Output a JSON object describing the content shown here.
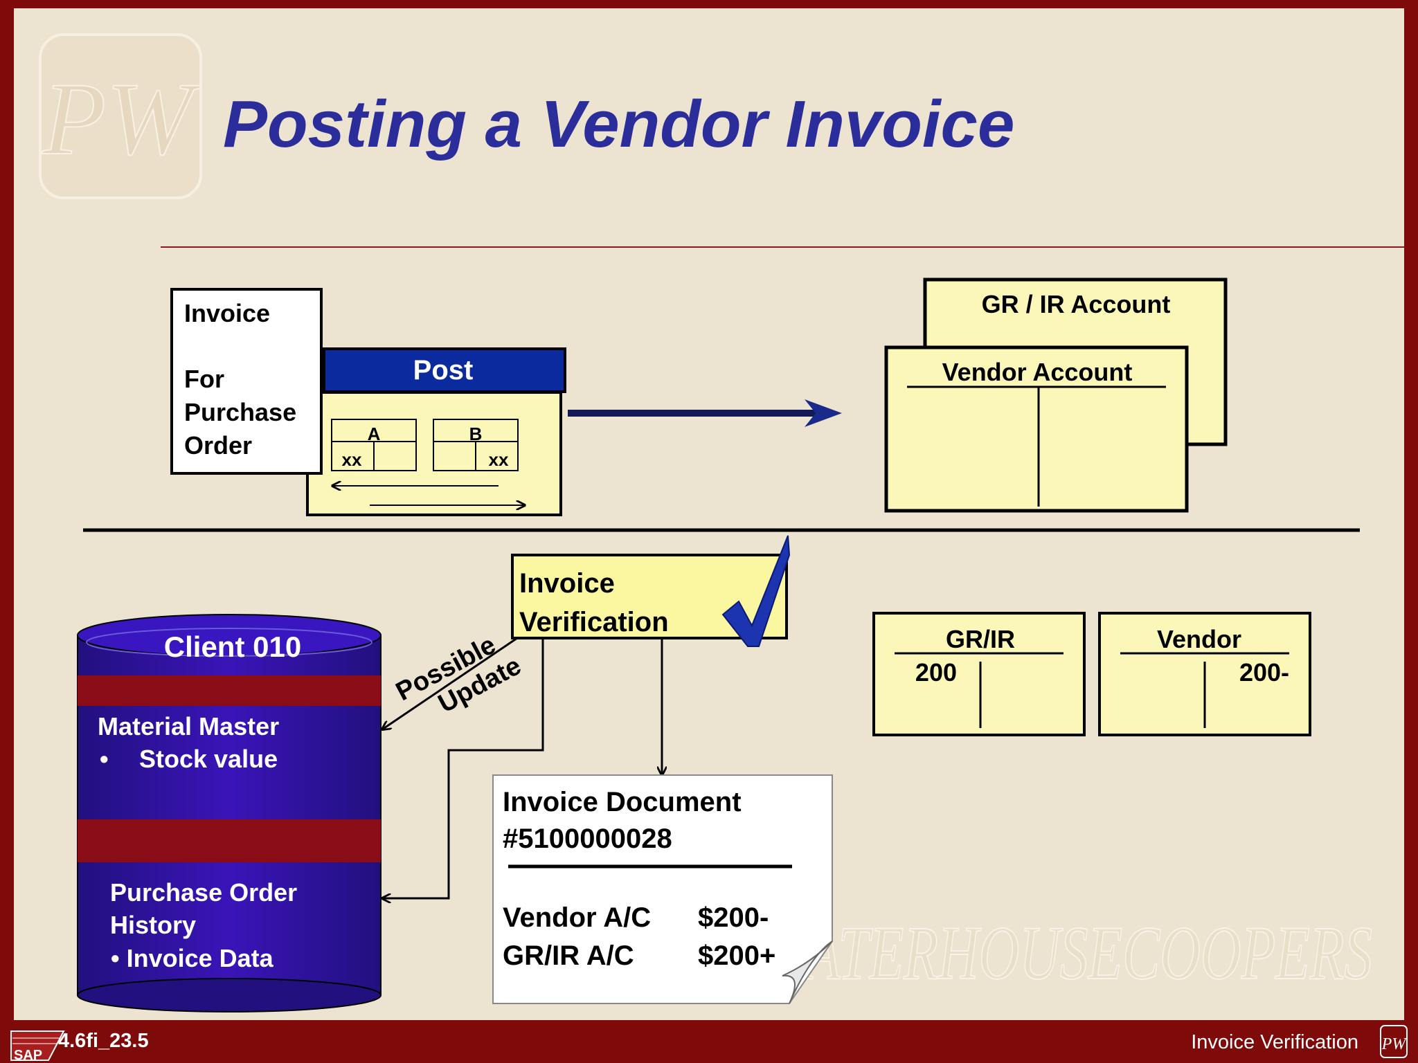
{
  "title": "Posting a Vendor Invoice",
  "invoice_card": {
    "line1": "Invoice",
    "line2": "For",
    "line3": "Purchase",
    "line4": "Order"
  },
  "post_panel": {
    "header": "Post",
    "col_a": "A",
    "col_b": "B",
    "value_a": "xx",
    "value_b": "xx"
  },
  "accounts_top": {
    "back_title": "GR / IR Account",
    "front_title": "Vendor Account"
  },
  "database": {
    "title": "Client 010",
    "section1_title": "Material Master",
    "section1_bullet": "•",
    "section1_item": "Stock value",
    "section2_line1": "Purchase Order",
    "section2_line2": "History",
    "section2_item": "• Invoice Data"
  },
  "possible_update": {
    "line1": "Possible",
    "line2": "Update"
  },
  "verification": {
    "line1": "Invoice",
    "line2": "Verification"
  },
  "document": {
    "line1": "Invoice Document",
    "line2": "#5100000028",
    "row1_label": "Vendor A/C",
    "row1_value": "$200-",
    "row2_label": "GR/IR A/C",
    "row2_value": "$200+"
  },
  "t_accounts": {
    "grir_title": "GR/IR",
    "grir_debit": "200",
    "vendor_title": "Vendor",
    "vendor_credit": "200-"
  },
  "logo": {
    "monogram": "PW",
    "watermark": "WATERHOUSECOOPERS"
  },
  "footer": {
    "sap_logo": "SAP",
    "code": "4.6fi_23.5",
    "title": "Invoice Verification",
    "mini_logo": "PW"
  },
  "colors": {
    "frame": "#7e0a0a",
    "background": "#ede3d1",
    "title_blue": "#2b2d9a",
    "post_blue": "#0a2a9e",
    "card_yellow": "#fbf7b8",
    "db_blue": "#2a0f9a",
    "db_band": "#8a0c16",
    "check_blue": "#1c34b0"
  }
}
